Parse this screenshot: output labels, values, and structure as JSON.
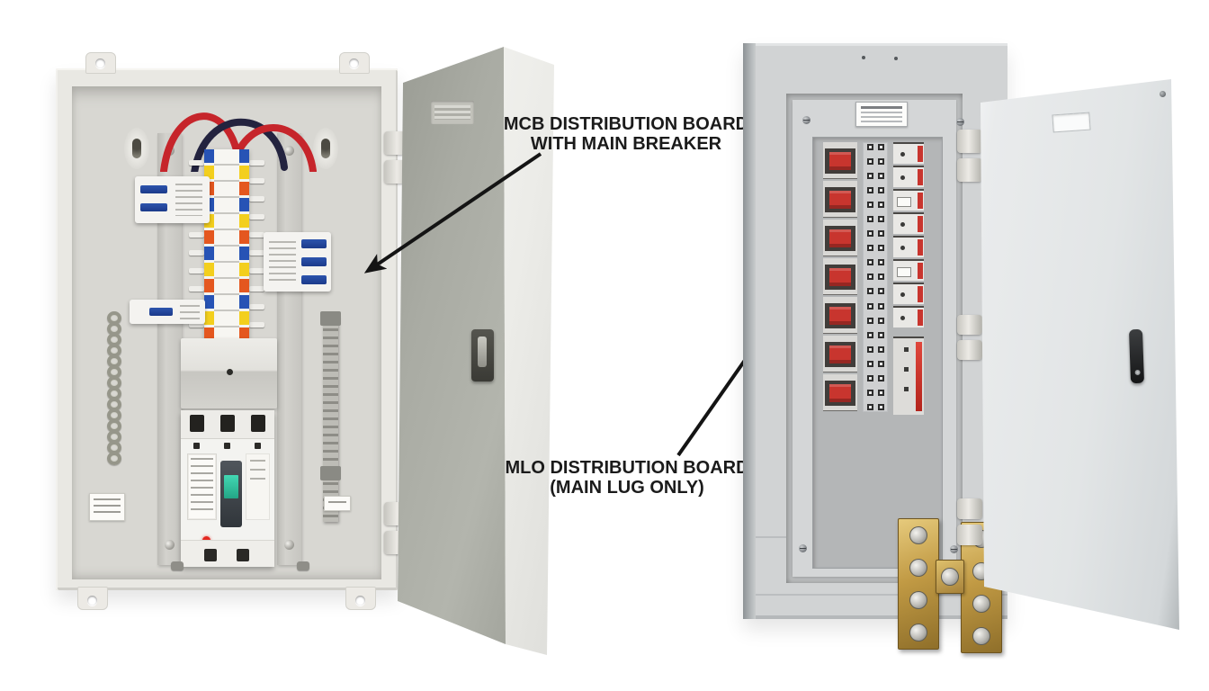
{
  "annotations": {
    "mcb_label": {
      "line1": "MCB DISTRIBUTION BOARD",
      "line2": "WITH MAIN BREAKER"
    },
    "mlo_label": {
      "line1": "MLO DISTRIBUTION BOARD",
      "line2": "(MAIN LUG ONLY)"
    },
    "text_color": "#1b1b1b",
    "arrow_color": "#141414"
  },
  "mcb_board": {
    "description": "open steel enclosure with main molded-case breaker, busbar and MCBs",
    "shell_color": "#e9e8e3",
    "interior_color": "#d8d7d2",
    "door_inner_color": "#a9aba3",
    "phase_marker_colors": [
      "#2753b5",
      "#f3cf1e",
      "#e4571f"
    ],
    "wire_colors": [
      "#c6252b",
      "#23233f"
    ],
    "main_breaker_toggle_color": "#37c7a3",
    "main_breaker_indicator_color": "#e3271f",
    "busbar_fingers_per_side": 10,
    "chain_links": 14
  },
  "mlo_board": {
    "description": "gray panelboard with branch breakers and bottom main lugs, no main breaker",
    "shell_color": "#d1d3d4",
    "door_color": "#e4e6e7",
    "breaker_handle_color": "#c8352e",
    "lug_brass_color": "#c19a44",
    "left_breaker_rows": 7,
    "right_breaker_rows": 8,
    "breaker_number_rows": 19,
    "lug_screws_per_bar": 4
  }
}
